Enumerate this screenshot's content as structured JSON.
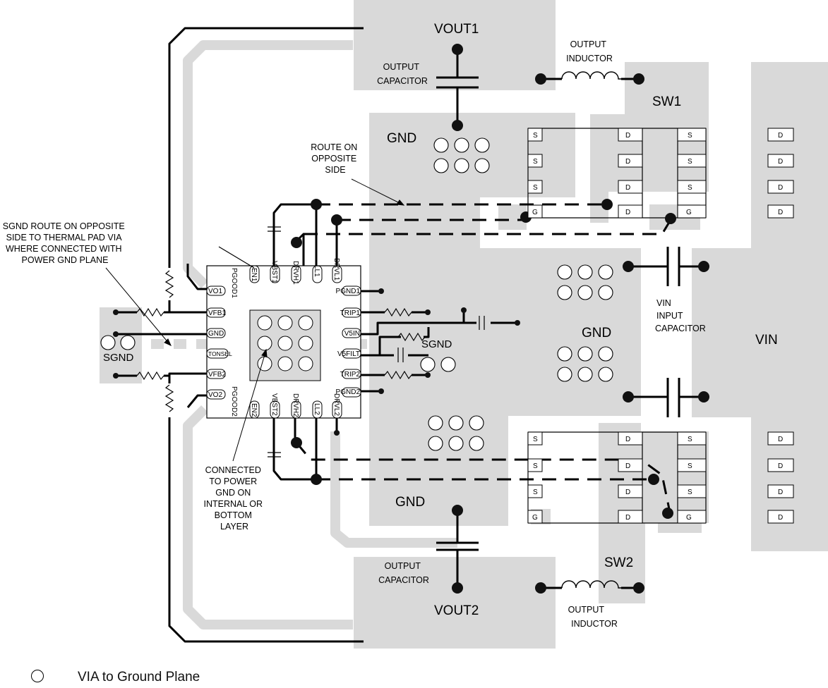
{
  "nets": {
    "vout1": "VOUT1",
    "vout2": "VOUT2",
    "sw1": "SW1",
    "sw2": "SW2",
    "vin": "VIN",
    "gnd": "GND",
    "sgnd": "SGND"
  },
  "annotations": {
    "output_capacitor_top": [
      "OUTPUT",
      "CAPACITOR"
    ],
    "output_capacitor_bottom": [
      "OUTPUT",
      "CAPACITOR"
    ],
    "output_inductor_top": [
      "OUTPUT",
      "INDUCTOR"
    ],
    "output_inductor_bottom": [
      "OUTPUT",
      "INDUCTOR"
    ],
    "vin_input_capacitor": [
      "VIN",
      "INPUT",
      "CAPACITOR"
    ],
    "route_on_opposite_side": [
      "ROUTE ON",
      "OPPOSITE",
      "SIDE"
    ],
    "sgnd_route": [
      "SGND ROUTE ON OPPOSITE",
      "SIDE TO THERMAL PAD VIA",
      "WHERE CONNECTED WITH",
      "POWER GND PLANE"
    ],
    "connected_to_power_gnd": [
      "CONNECTED",
      "TO POWER",
      "GND ON",
      "INTERNAL OR",
      "BOTTOM",
      "LAYER"
    ]
  },
  "ic_pins": {
    "left": [
      "VO1",
      "VFB1",
      "GND",
      "TONSEL",
      "VFB2",
      "VO2"
    ],
    "right": [
      "PGND1",
      "TRIP1",
      "V5IN",
      "V5FILT",
      "TRIP2",
      "PGND2"
    ],
    "top": [
      "PGOOD1",
      "EN1",
      "VBST1",
      "DRVH1",
      "LL1",
      "DRVL1"
    ],
    "bottom": [
      "PGOOD2",
      "EN2",
      "VBST2",
      "DRVH2",
      "LL2",
      "DRVL2"
    ]
  },
  "fet_pins": {
    "source": "S",
    "drain": "D",
    "gate": "G"
  },
  "legend": {
    "via_label": "VIA to Ground Plane"
  },
  "colors": {
    "copper": "#d9d9d9",
    "trace": "#000000"
  }
}
